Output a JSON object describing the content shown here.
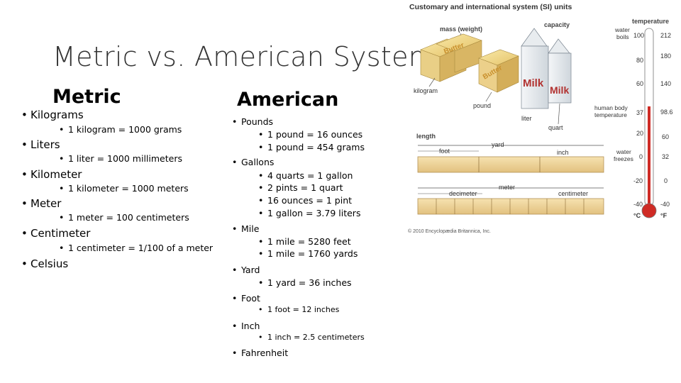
{
  "slide": {
    "title": "Metric vs. American System",
    "metric": {
      "heading": "Metric",
      "items": [
        {
          "label": "Kilograms",
          "sub": [
            "1 kilogram = 1000 grams"
          ]
        },
        {
          "label": "Liters",
          "sub": [
            "1 liter = 1000 millimeters"
          ]
        },
        {
          "label": "Kilometer",
          "sub": [
            "1 kilometer = 1000 meters"
          ]
        },
        {
          "label": "Meter",
          "sub": [
            "1 meter = 100 centimeters"
          ]
        },
        {
          "label": "Centimeter",
          "sub": [
            "1 centimeter = 1/100 of a meter"
          ]
        },
        {
          "label": "Celsius",
          "sub": []
        }
      ]
    },
    "american": {
      "heading": "American",
      "items": [
        {
          "label": "Pounds",
          "sub": [
            "1 pound = 16 ounces",
            "1 pound = 454 grams"
          ]
        },
        {
          "label": "Gallons",
          "sub": [
            "4 quarts = 1 gallon",
            "2 pints = 1 quart",
            "16 ounces = 1 pint",
            "1 gallon = 3.79 liters"
          ]
        },
        {
          "label": "Mile",
          "sub": [
            "1 mile = 5280 feet",
            "1 mile = 1760 yards"
          ]
        },
        {
          "label": "Yard",
          "sub": [
            "1 yard = 36 inches"
          ]
        },
        {
          "label": "Foot",
          "sub": [
            "1 foot = 12 inches"
          ]
        },
        {
          "label": "Inch",
          "sub": [
            "1 inch = 2.5 centimeters"
          ]
        },
        {
          "label": "Fahrenheit",
          "sub": []
        }
      ]
    }
  },
  "figure": {
    "title": "Customary and international system (SI) units",
    "mass_label": "mass (weight)",
    "kilogram": "kilogram",
    "pound": "pound",
    "butter": "Butter",
    "capacity": "capacity",
    "milk": "Milk",
    "liter": "liter",
    "quart": "quart",
    "length": "length",
    "foot": "foot",
    "yard": "yard",
    "inch": "inch",
    "decimeter": "decimeter",
    "meter": "meter",
    "centimeter": "centimeter",
    "temperature": "temperature",
    "water_boils": [
      "water",
      "boils"
    ],
    "human_body": [
      "human body",
      "temperature"
    ],
    "water_freezes": [
      "water",
      "freezes"
    ],
    "celsius_ticks": [
      "100",
      "80",
      "60",
      "37",
      "20",
      "0",
      "-20",
      "-40"
    ],
    "fahrenheit_ticks": [
      "212",
      "180",
      "140",
      "98.6",
      "60",
      "32",
      "0",
      "-40"
    ],
    "unit_c": "°C",
    "unit_f": "°F",
    "copyright": "© 2010 Encyclopædia Britannica, Inc."
  }
}
